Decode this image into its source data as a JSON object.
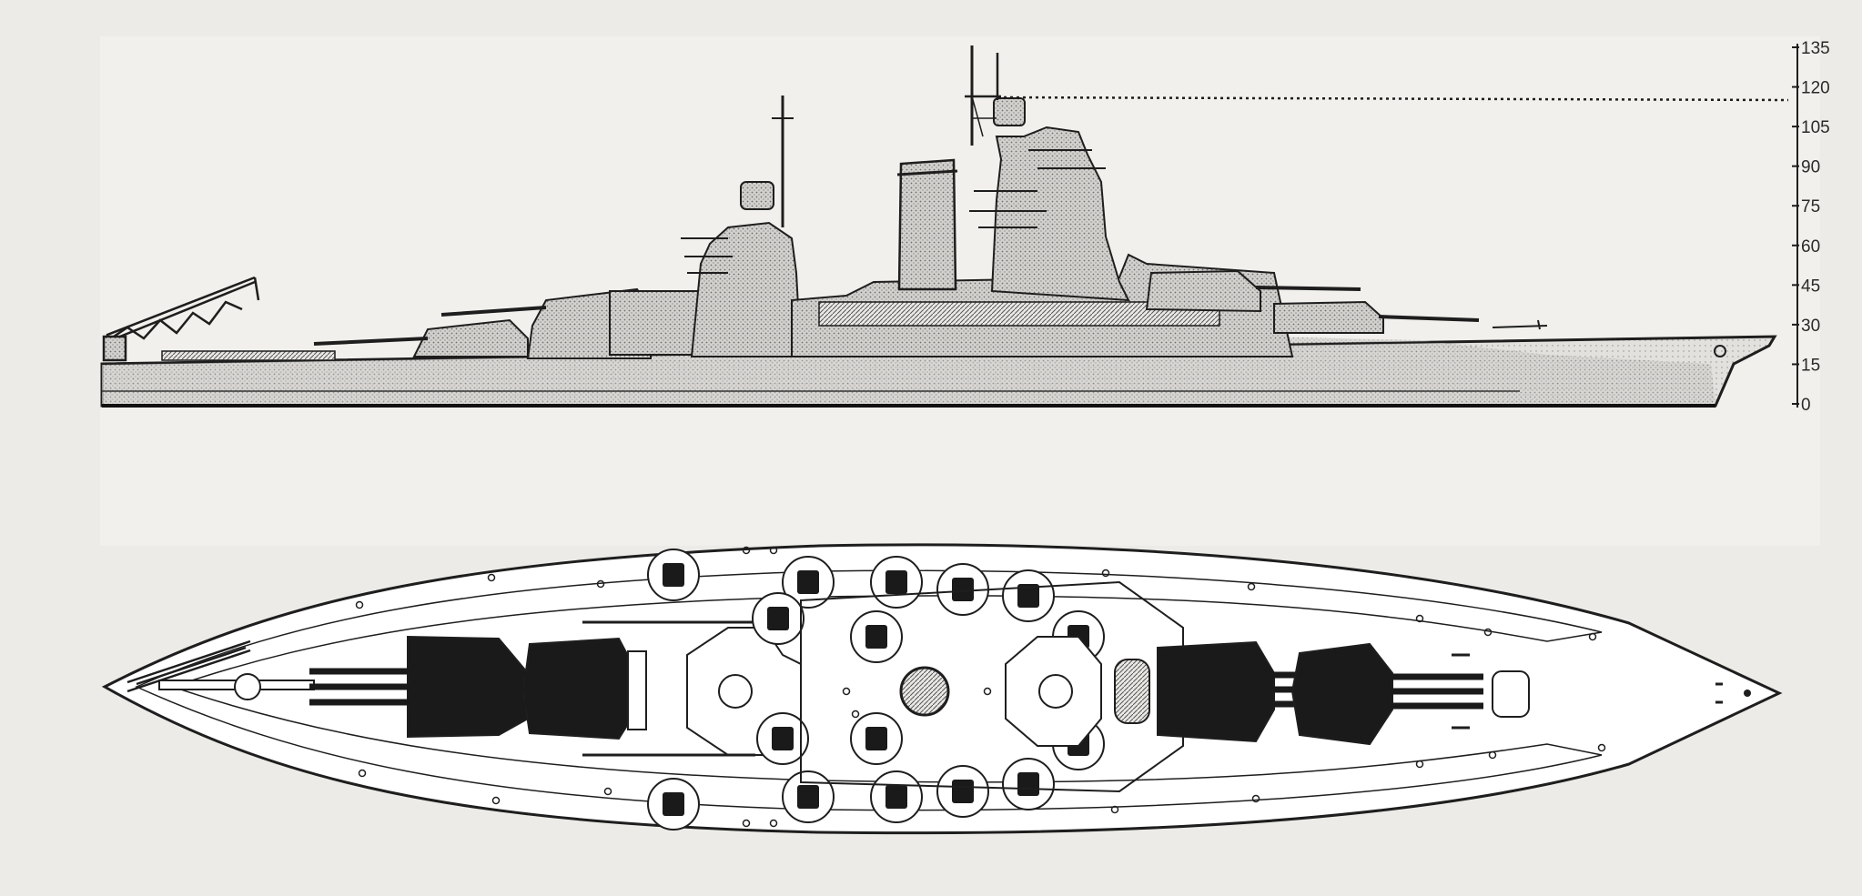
{
  "colors": {
    "paper": "#ecebe8",
    "panel": "#f3f2ef",
    "ink": "#1e1e1e",
    "stipple": "#9a9a9a",
    "armor": "#1a1a1a"
  },
  "icons": {
    "profile_view": "battleship-profile-icon",
    "plan_view": "battleship-plan-icon",
    "crane": "crane-icon"
  },
  "scale": {
    "ticks": [
      "135",
      "120",
      "105",
      "90",
      "75",
      "60",
      "45",
      "30",
      "15",
      "0"
    ],
    "max": 135
  },
  "profile": {
    "mast_height": 116
  }
}
